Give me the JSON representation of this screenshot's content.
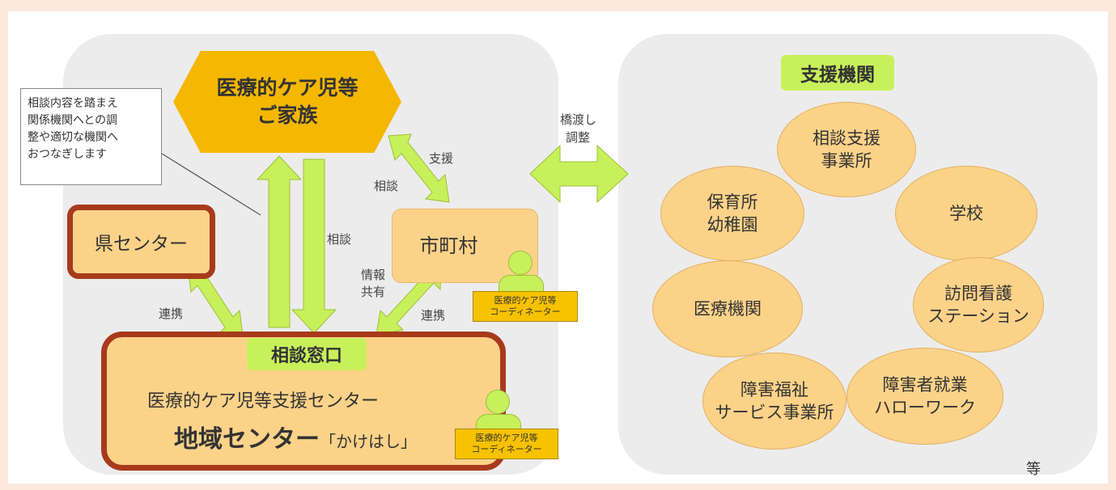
{
  "family": {
    "line1": "医療的ケア児等",
    "line2": "ご家族"
  },
  "note": {
    "lines": [
      "相談内容を踏まえ",
      "関係機関へとの調",
      "整や適切な機関へ",
      "おつなぎします"
    ]
  },
  "ken_center": "県センター",
  "municipality": "市町村",
  "consultation_window": "相談窓口",
  "regional_center": {
    "subtitle": "医療的ケア児等支援センター",
    "main": "地域センター",
    "nickname": "「かけはし」"
  },
  "coordinator": {
    "line1": "医療的ケア児等",
    "line2": "コーディネーター"
  },
  "arrow_labels": {
    "soudan_vertical": "相談",
    "shien": "支援",
    "soudan_diag": "相談",
    "renkei_left": "連携",
    "joho": "情報",
    "kyoyu": "共有",
    "renkei_right": "連携",
    "hashiwatashi": "橋渡し",
    "chosei": "調整"
  },
  "support_title": "支援機関",
  "organizations": [
    {
      "lines": [
        "相談支援",
        "事業所"
      ]
    },
    {
      "lines": [
        "保育所",
        "幼稚園"
      ]
    },
    {
      "lines": [
        "学校"
      ]
    },
    {
      "lines": [
        "医療機関"
      ]
    },
    {
      "lines": [
        "訪問看護",
        "ステーション"
      ]
    },
    {
      "lines": [
        "障害福祉",
        "サービス事業所"
      ]
    },
    {
      "lines": [
        "障害者就業",
        "ハローワーク"
      ]
    }
  ],
  "etc": "等",
  "colors": {
    "arrow": "#c8f05a",
    "box": "#fbd288",
    "border_dark": "#a83a1c",
    "family": "#f5b800",
    "panel": "#ececec"
  }
}
